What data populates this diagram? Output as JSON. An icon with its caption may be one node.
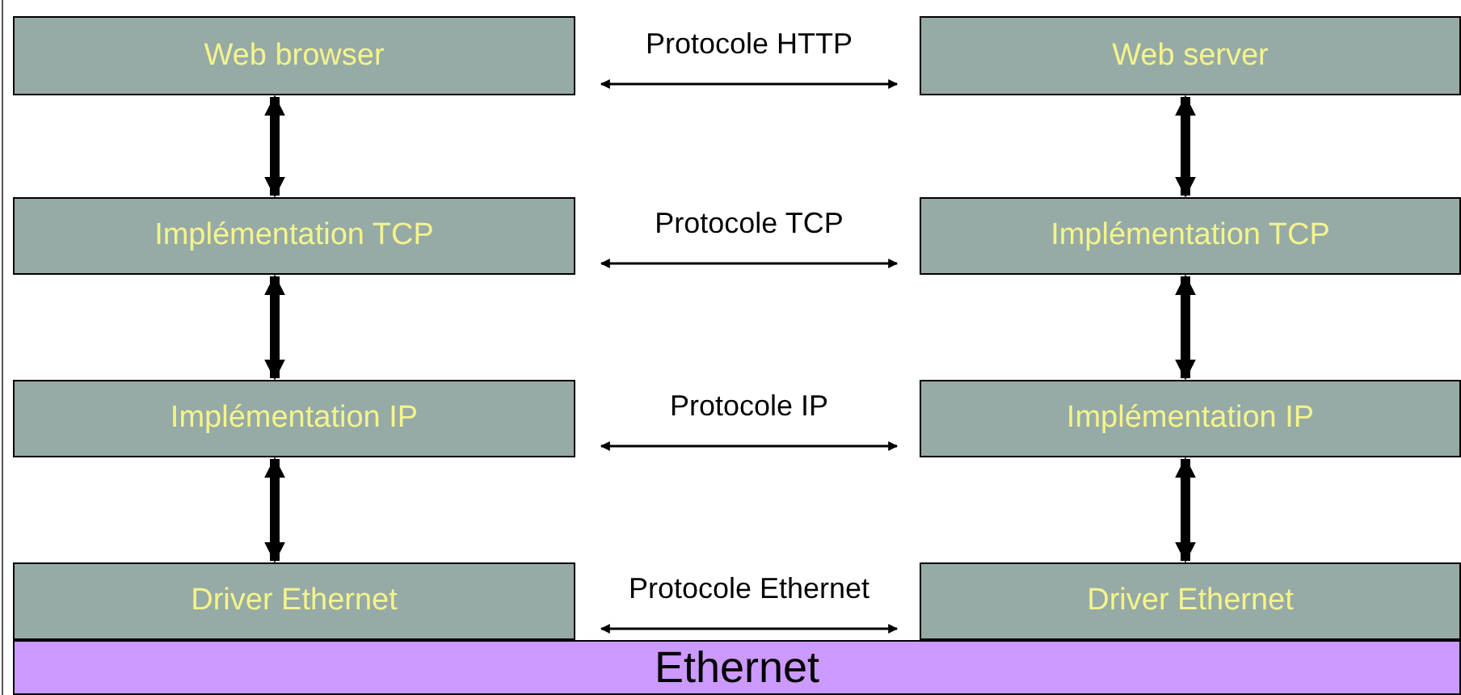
{
  "diagram": {
    "nodes": [
      {
        "text": [
          "Web browser"
        ]
      },
      {
        "text": [
          "Web server"
        ]
      },
      {
        "text": [
          "Implémentation TCP"
        ]
      },
      {
        "text": [
          "Implémentation TCP"
        ]
      },
      {
        "text": [
          "Implémentation IP"
        ]
      },
      {
        "text": [
          "Implémentation IP"
        ]
      },
      {
        "text": [
          "Driver Ethernet"
        ]
      },
      {
        "text": [
          "Driver Ethernet"
        ]
      },
      {
        "text": [
          "Ethernet"
        ]
      }
    ],
    "edges": [
      {
        "from": 0,
        "to": 1,
        "arrow": "both",
        "label": "Protocole HTTP"
      },
      {
        "from": 0,
        "to": 2,
        "arrow": "both"
      },
      {
        "from": 1,
        "to": 3,
        "arrow": "both"
      },
      {
        "from": 2,
        "to": 3,
        "arrow": "both",
        "label": "Protocole TCP"
      },
      {
        "from": 2,
        "to": 4,
        "arrow": "both"
      },
      {
        "from": 3,
        "to": 5,
        "arrow": "both"
      },
      {
        "from": 4,
        "to": 5,
        "arrow": "both",
        "label": "Protocole IP"
      },
      {
        "from": 4,
        "to": 6,
        "arrow": "both"
      },
      {
        "from": 5,
        "to": 7,
        "arrow": "both"
      },
      {
        "from": 6,
        "to": 7,
        "arrow": "both",
        "label": "Protocole Ethernet"
      }
    ]
  }
}
